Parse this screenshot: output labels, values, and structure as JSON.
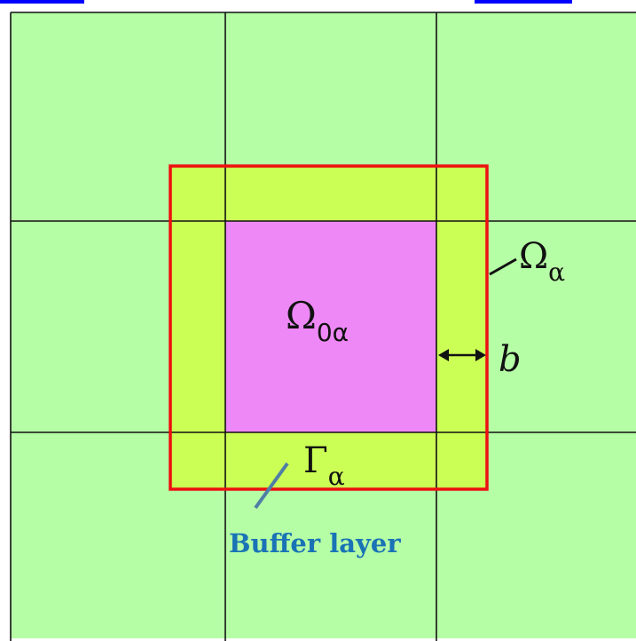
{
  "colors": {
    "background_cells": "#b6fea6",
    "buffer_layer": "#ccff55",
    "core_domain": "#ee88f6",
    "outer_boundary": "#ee0f0f",
    "grid_lines": "#111111",
    "buffer_label": "#1a73b5",
    "leader_line_buffer": "#4f7ea6",
    "clipped_header_text": "#0000ff"
  },
  "labels": {
    "core_domain": {
      "base": "Ω",
      "sub": "0α"
    },
    "outer_domain": {
      "base": "Ω",
      "sub": "α"
    },
    "boundary": {
      "base": "Γ",
      "sub": "α"
    },
    "buffer_width": "b",
    "buffer_layer": "Buffer layer"
  }
}
